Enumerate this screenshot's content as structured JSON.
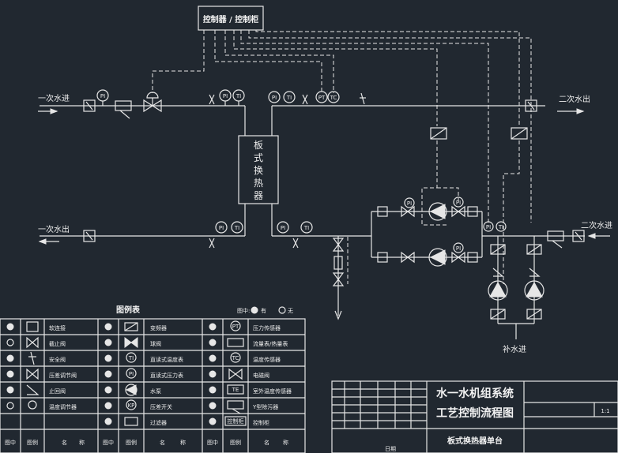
{
  "top": {
    "controller": "控制器 / 控制柜"
  },
  "flows": {
    "primary_in": "一次水进",
    "primary_out": "一次水出",
    "secondary_out": "二次水出",
    "secondary_in": "二次水进",
    "makeup_in": "补水进"
  },
  "hx_label": [
    "板",
    "式",
    "换",
    "热",
    "器"
  ],
  "gauges": {
    "pi": "PI",
    "ti": "TI",
    "pt": "PT",
    "tc": "TC",
    "te": "TE",
    "kp": "KP"
  },
  "legend": {
    "title": "图例表",
    "in_drawing": "图中:",
    "has": "有",
    "none": "无",
    "col_headers": [
      "图中",
      "图例",
      "名",
      "称"
    ],
    "rows": [
      [
        "软连接",
        "变频器",
        "压力传感器"
      ],
      [
        "截止阀",
        "球阀",
        "流量表/热量表"
      ],
      [
        "安全阀",
        "直读式温度表",
        "温度传感器"
      ],
      [
        "压差调节阀",
        "直读式压力表",
        "电磁阀"
      ],
      [
        "止回阀",
        "水泵",
        "室外温度传感器"
      ],
      [
        "温度调节器",
        "压差开关",
        "Y型除污器"
      ],
      [
        "",
        "过滤器",
        "控制柜"
      ]
    ],
    "ctrl_icon_label": "控制柜"
  },
  "title_block": {
    "title_line1": "水一水机组系统",
    "title_line2": "工艺控制流程图",
    "subtitle": "板式换热器单台",
    "scale": "1:1",
    "date": "日期"
  }
}
